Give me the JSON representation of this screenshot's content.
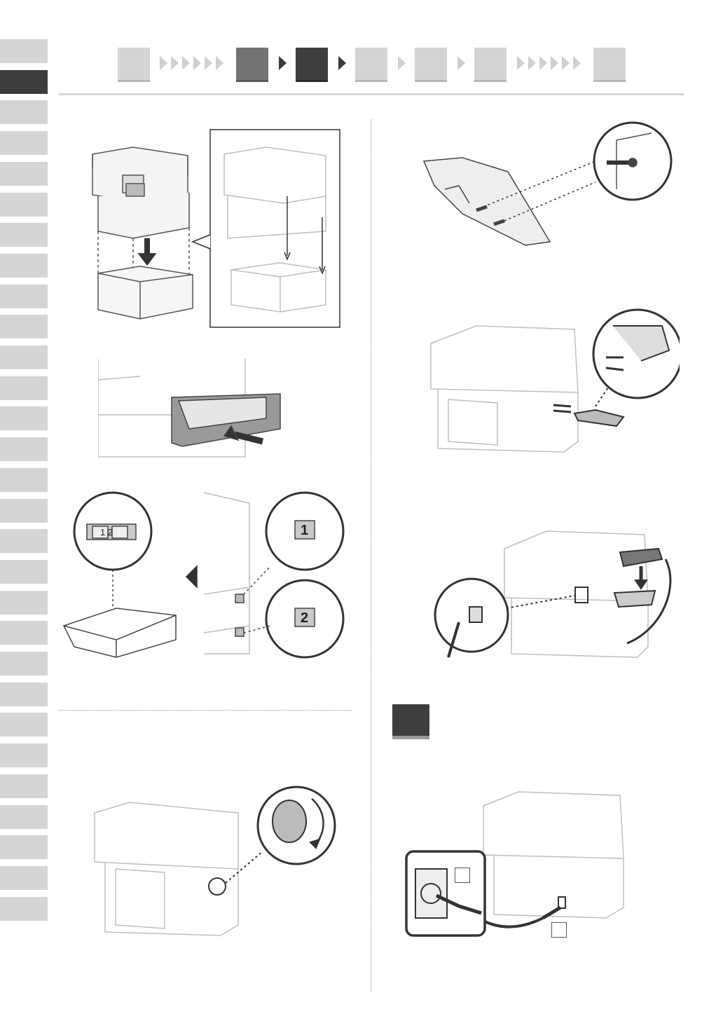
{
  "side_tabs": {
    "count": 29,
    "active_index": 1
  },
  "progress_steps": [
    {
      "id": "step-1",
      "shade": "light"
    },
    {
      "id": "step-2",
      "shade": "mid"
    },
    {
      "id": "step-3",
      "shade": "dark"
    },
    {
      "id": "step-4",
      "shade": "light"
    },
    {
      "id": "step-5",
      "shade": "light"
    },
    {
      "id": "step-6",
      "shade": "light"
    },
    {
      "id": "step-7",
      "shade": "light"
    }
  ],
  "labels": {
    "tray_number_1": "1",
    "tray_number_2": "2",
    "sticker_numbers": "1 2"
  },
  "colors": {
    "active_tab": "#3c3c3c",
    "inactive_tab": "#d5d5d5",
    "accent_dark": "#3e3e3e",
    "line_gray": "#bdbdbd"
  }
}
